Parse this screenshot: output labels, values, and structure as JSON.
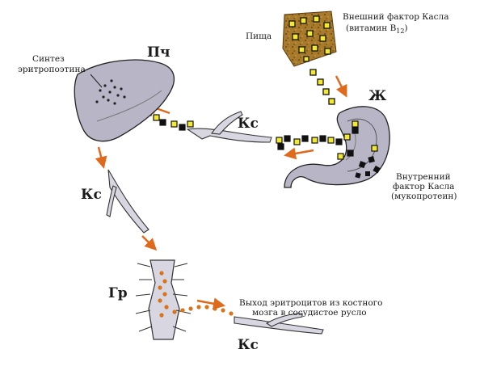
{
  "labels": {
    "food": "Пища",
    "external_factor_line1": "Внешний фактор Касла",
    "external_factor_line2_prefix": "(витамин B",
    "external_factor_sub": "12",
    "external_factor_line2_suffix": ")",
    "synthesis_line1": "Синтез",
    "synthesis_line2": "эритропоэтина",
    "liver": "Пч",
    "stomach": "Ж",
    "vessel_top": "Кс",
    "vessel_left": "Кс",
    "vessel_bottom": "Кс",
    "internal_factor_line1": "Внутренний",
    "internal_factor_line2": "фактор Касла",
    "internal_factor_line3": "(мукопротеин)",
    "bone_marrow": "Гр",
    "exit_line1": "Выход эритроцитов из костного",
    "exit_line2": "мозга в сосудистое русло"
  },
  "colors": {
    "arrow": "#e06a1b",
    "vitamin_fill": "#f5ea2a",
    "complex_fill": "#111111",
    "organ_fill": "#b8b6c6",
    "food_fill": "#a87a2c",
    "dots": "#d9741c"
  }
}
